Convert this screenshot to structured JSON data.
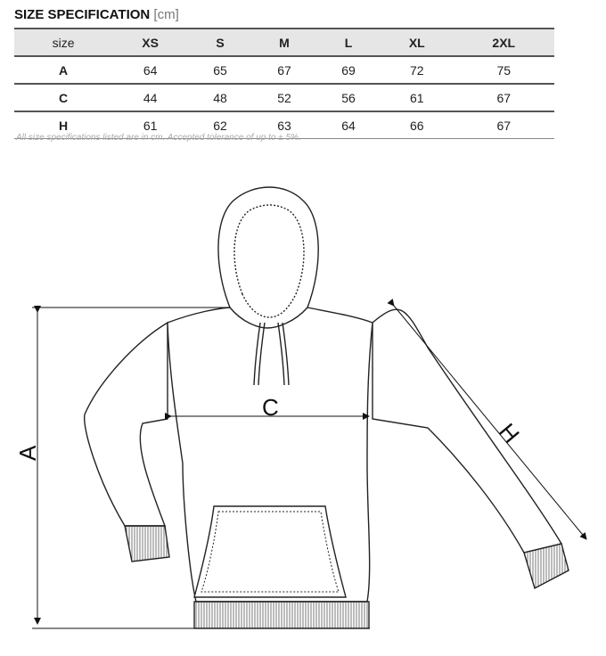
{
  "title": "SIZE SPECIFICATION",
  "unit": "[cm]",
  "table": {
    "headers": [
      "size",
      "XS",
      "S",
      "M",
      "L",
      "XL",
      "2XL"
    ],
    "rows": [
      [
        "A",
        "64",
        "65",
        "67",
        "69",
        "72",
        "75"
      ],
      [
        "C",
        "44",
        "48",
        "52",
        "56",
        "61",
        "67"
      ],
      [
        "H",
        "61",
        "62",
        "63",
        "64",
        "66",
        "67"
      ]
    ]
  },
  "note": "All size specifications listed are in cm. Accepted tolerance of up to ± 5%.",
  "diagram": {
    "label_a": "A",
    "label_c": "C",
    "label_h": "H"
  }
}
